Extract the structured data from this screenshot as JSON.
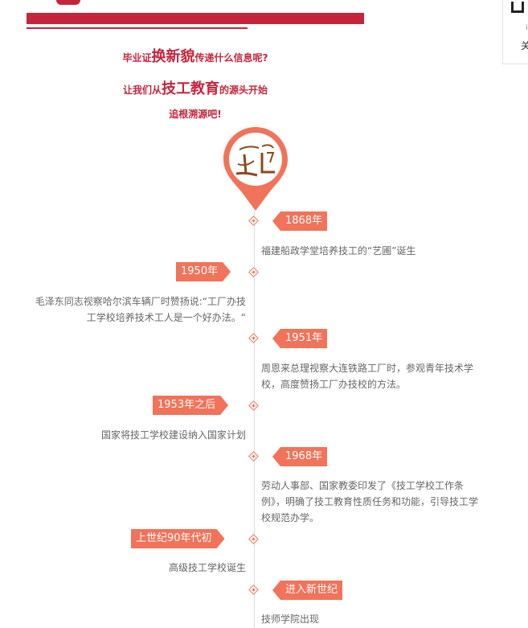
{
  "intro": {
    "line1_pre": "毕业证",
    "line1_big": "换新貌",
    "line1_post": "传递什么信息呢?",
    "line2_pre": "让我们从",
    "line2_big": "技工教育",
    "line2_post": "的源头开始",
    "line3": "追根溯源吧!"
  },
  "pin_logo": "工匠",
  "sidebar": {
    "small": "i",
    "label": "关"
  },
  "timeline": [
    {
      "year": "1868年",
      "side": "right",
      "desc": "福建船政学堂培养技工的“艺圃”诞生"
    },
    {
      "year": "1950年",
      "side": "left",
      "desc": "毛泽东同志视察哈尔滨车辆厂时赞扬说:“工厂办技工学校培养技术工人是一个好办法。“"
    },
    {
      "year": "1951年",
      "side": "right",
      "desc": "周恩来总理视察大连铁路工厂时，参观青年技术学校，高度赞扬工厂办技校的方法。"
    },
    {
      "year": "1953年之后",
      "side": "left",
      "desc": "国家将技工学校建设纳入国家计划"
    },
    {
      "year": "1968年",
      "side": "right",
      "desc": "劳动人事部、国家教委印发了《技工学校工作条例》，明确了技工教育性质任务和功能，引导技工学校规范办学。"
    },
    {
      "year": "上世纪90年代初",
      "side": "left",
      "desc": "高级技工学校诞生"
    },
    {
      "year": "进入新世纪",
      "side": "right",
      "desc": "技师学院出现"
    }
  ],
  "colors": {
    "brand_red": "#c4253c",
    "tag_orange": "#f0735a"
  }
}
